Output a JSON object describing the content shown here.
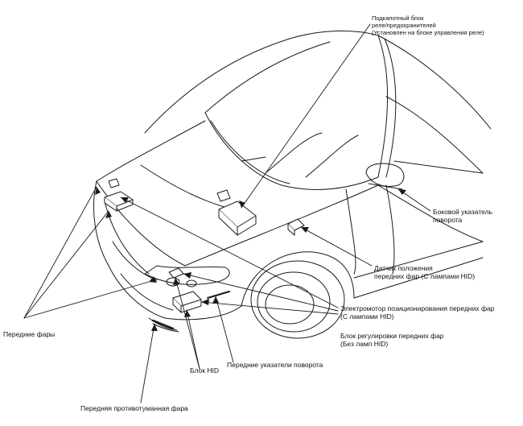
{
  "labels": {
    "relay_box": {
      "line1": "Подкапотный блок",
      "line2": "реле/предохранителей",
      "line3": "(Установлен на блоке управления реле)"
    },
    "side_indicator": {
      "line1": "Боковой указатель",
      "line2": "поворота"
    },
    "headlight_sensor": {
      "line1": "Датчик положения",
      "line2": "передних фар (С лампами HID)"
    },
    "leveling_motor": {
      "line1": "Электромотор позиционирования передних фар",
      "line2": "(С лампами HID)"
    },
    "leveling_unit": {
      "line1": "Блок регулировки передних фар",
      "line2": "(Без ламп HID)"
    },
    "headlights": "Передние фары",
    "front_turn_signals": "Передние указатели поворота",
    "hid_unit": "Блок HID",
    "fog_lamp": "Передняя противотуманная фара"
  }
}
